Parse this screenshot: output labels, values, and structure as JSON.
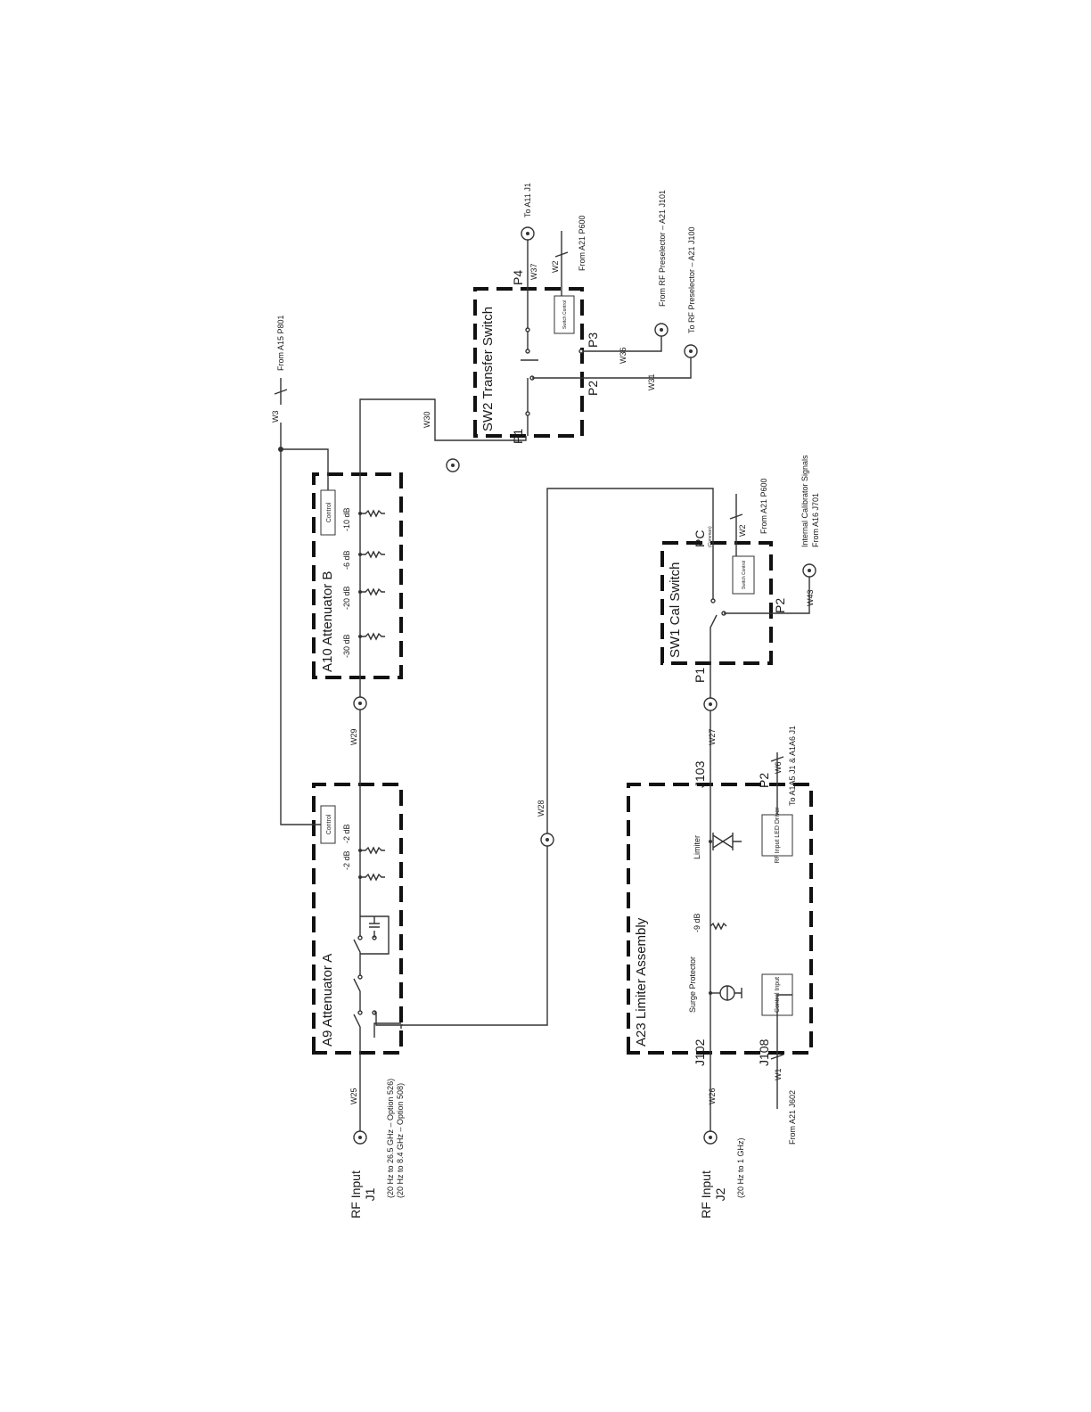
{
  "blocks": {
    "a9": {
      "title": "A9 Attenuator A",
      "control": "Control",
      "pad1": "-2 dB",
      "pad2": "-2 dB"
    },
    "a10": {
      "title": "A10 Attenuator B",
      "control": "Control",
      "pad1": "-30 dB",
      "pad2": "-20 dB",
      "pad3": "-6 dB",
      "pad4": "-10 dB"
    },
    "sw2": {
      "title": "SW2 Transfer Switch",
      "control": "Switch Control",
      "p1": "P1",
      "p2": "P2",
      "p3": "P3",
      "p4": "P4"
    },
    "sw1": {
      "title": "SW1 Cal Switch",
      "control": "Switch Control",
      "p1": "P1",
      "p2": "P2",
      "pc": "PC",
      "pc_note": "(Common)"
    },
    "a23": {
      "title": "A23 Limiter Assembly",
      "surge": "Surge Protector",
      "pad": "-9 dB",
      "limiter": "Limiter",
      "led_driver": "RF Input LED Driver",
      "control_input": "Control Input",
      "j102": "J102",
      "j103": "J103",
      "j108": "J108",
      "p2": "P2"
    }
  },
  "inputs": {
    "j1": {
      "label": "RF Input",
      "connector": "J1",
      "range1": "(20 Hz to 26.5 GHz – Option 526)",
      "range2": "(20 Hz to 8.4 GHz – Option 508)"
    },
    "j2": {
      "label": "RF Input",
      "connector": "J2",
      "range": "(20 Hz to 1 GHz)"
    }
  },
  "cables": {
    "w1": "W1",
    "w2a": "W2",
    "w2b": "W2",
    "w3": "W3",
    "w6": "W6",
    "w25": "W25",
    "w26": "W26",
    "w27": "W27",
    "w28": "W28",
    "w29": "W29",
    "w30": "W30",
    "w31": "W31",
    "w36": "W36",
    "w37": "W37",
    "w43": "W43"
  },
  "destinations": {
    "to_a11": "To A11 J1",
    "from_a21_p600_top": "From A21 P600",
    "from_rf_presel": "From RF Preselector – A21 J101",
    "to_rf_presel": "To RF Preselector – A21 J100",
    "from_a15": "From A15 P801",
    "from_a21_p600_sw1": "From A21 P600",
    "cal_signals_1": "Internal Calibrator Signals",
    "cal_signals_2": "From A16 J701",
    "to_a1a5": "To A1A5 J1 & A1A6 J1",
    "from_a21_j602": "From A21 J602"
  },
  "colors": {
    "line": "#333333",
    "text": "#1a1a1a",
    "background": "#ffffff"
  }
}
